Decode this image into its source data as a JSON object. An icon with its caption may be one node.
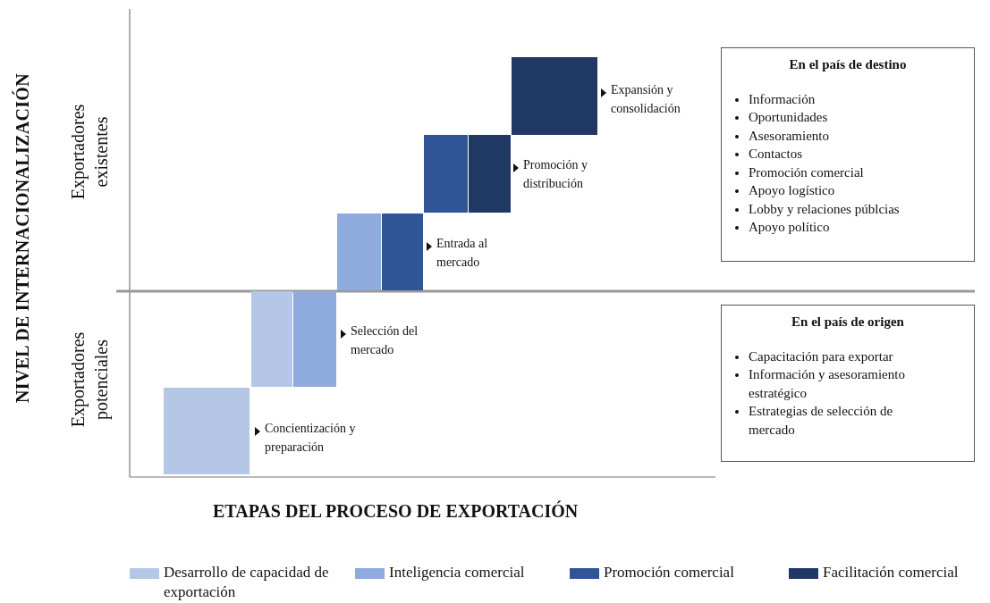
{
  "diagram": {
    "nodes": [
      {
        "text": [
          "Concientización y preparación"
        ]
      },
      {
        "text": [
          "Selección del mercado"
        ]
      },
      {
        "text": [
          "Entrada al mercado"
        ]
      },
      {
        "text": [
          "Promoción y distribución"
        ]
      },
      {
        "text": [
          "Expansión y consolidación"
        ]
      },
      {
        "text": [
          "En el país de destino",
          "Información",
          "Oportunidades",
          "Asesoramiento",
          "Contactos",
          "Promoción comercial",
          "Apoyo logístico",
          "Lobby y relaciones públcias",
          "Apoyo político"
        ]
      },
      {
        "text": [
          "En el país de origen",
          "Capacitación para exportar",
          "Información y asesoramiento estratégico",
          "Estrategias de selección de mercado"
        ]
      }
    ],
    "edges": [],
    "labels": [
      "NIVEL DE INTERNACIONALIZACIÓN",
      "Exportadores existentes",
      "Exportadores potenciales",
      "ETAPAS DEL PROCESO DE EXPORTACIÓN"
    ],
    "legend": [
      {
        "text": "Desarrollo de capacidad de exportación",
        "color": "#b4c7e7"
      },
      {
        "text": "Inteligencia comercial",
        "color": "#8faadc"
      },
      {
        "text": "Promoción comercial",
        "color": "#2f5597"
      },
      {
        "text": "Facilitación comercial",
        "color": "#203864"
      }
    ]
  }
}
